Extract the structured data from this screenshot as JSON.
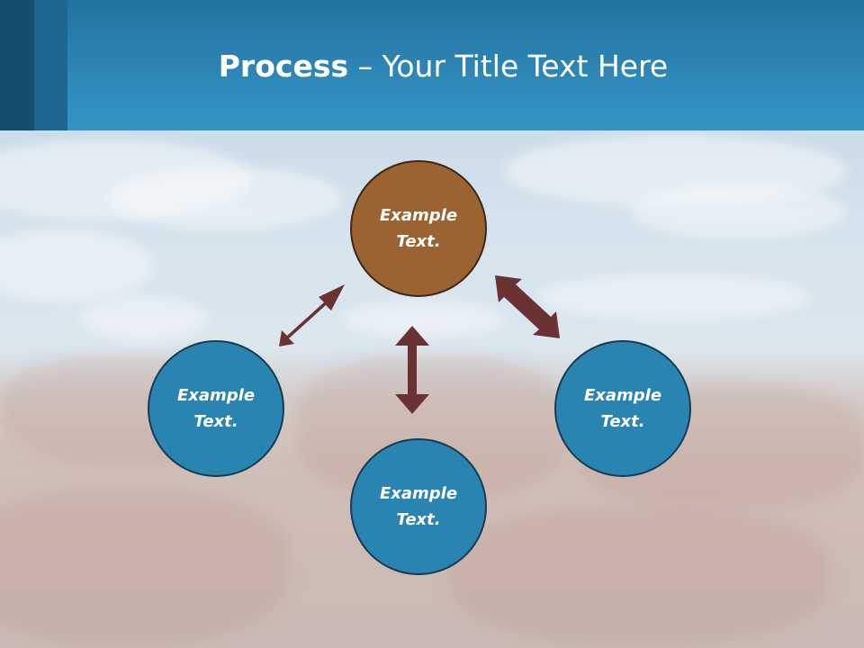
{
  "title": {
    "bold": "Process",
    "rest": " – Your Title Text Here"
  },
  "colors": {
    "header": "#2d86b6",
    "node_blue": "#2a84b1",
    "node_brown": "#9a6331",
    "arrow": "#6b3233"
  },
  "nodes": [
    {
      "label": "Example Text.",
      "color": "brown"
    },
    {
      "label": "Example Text.",
      "color": "blue"
    },
    {
      "label": "Example Text.",
      "color": "blue"
    },
    {
      "label": "Example Text.",
      "color": "blue"
    }
  ],
  "arrows": [
    {
      "from": "top",
      "to": "left",
      "type": "double-headed"
    },
    {
      "from": "top",
      "to": "right",
      "type": "double-headed"
    },
    {
      "from": "top",
      "to": "bottom",
      "type": "double-headed"
    }
  ]
}
